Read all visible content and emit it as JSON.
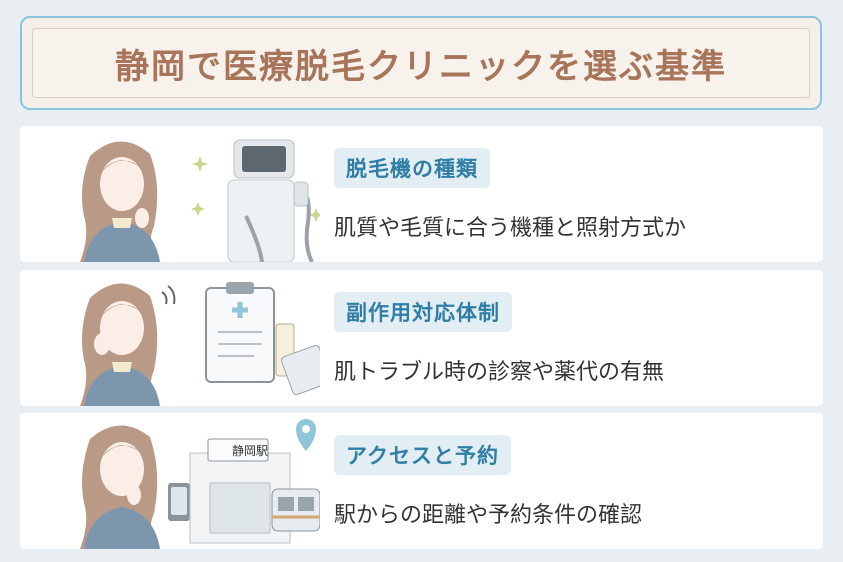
{
  "title": "静岡で医療脱毛クリニックを選ぶ基準",
  "cards": [
    {
      "heading": "脱毛機の種類",
      "description": "肌質や毛質に合う機種と照射方式か"
    },
    {
      "heading": "副作用対応体制",
      "description": "肌トラブル時の診察や薬代の有無"
    },
    {
      "heading": "アクセスと予約",
      "description": "駅からの距離や予約条件の確認",
      "station_sign": "静岡駅"
    }
  ],
  "colors": {
    "title": "#a8745a",
    "badge_text": "#2f7ea6",
    "badge_bg": "#e2eef3",
    "frame": "#8cc3df",
    "background": "#e9eef2"
  }
}
